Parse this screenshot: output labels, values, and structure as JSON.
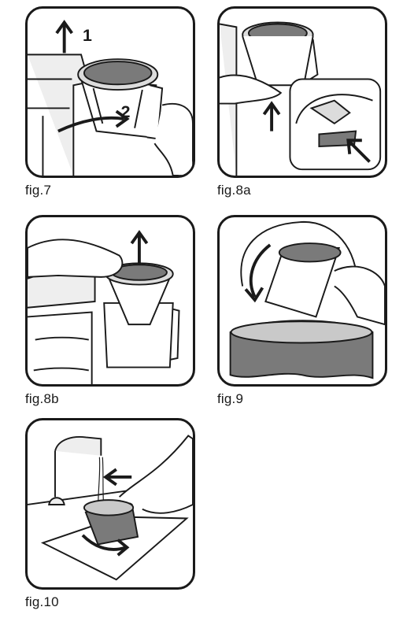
{
  "figures": [
    {
      "caption": "fig.7",
      "step_labels": [
        "1",
        "2"
      ]
    },
    {
      "caption": "fig.8a"
    },
    {
      "caption": "fig.8b"
    },
    {
      "caption": "fig.9"
    },
    {
      "caption": "fig.10"
    }
  ],
  "colors": {
    "line": "#1a1a1a",
    "fill_light": "#f2f2f2",
    "fill_mid": "#c9c9c9",
    "fill_dark": "#7a7a7a"
  }
}
